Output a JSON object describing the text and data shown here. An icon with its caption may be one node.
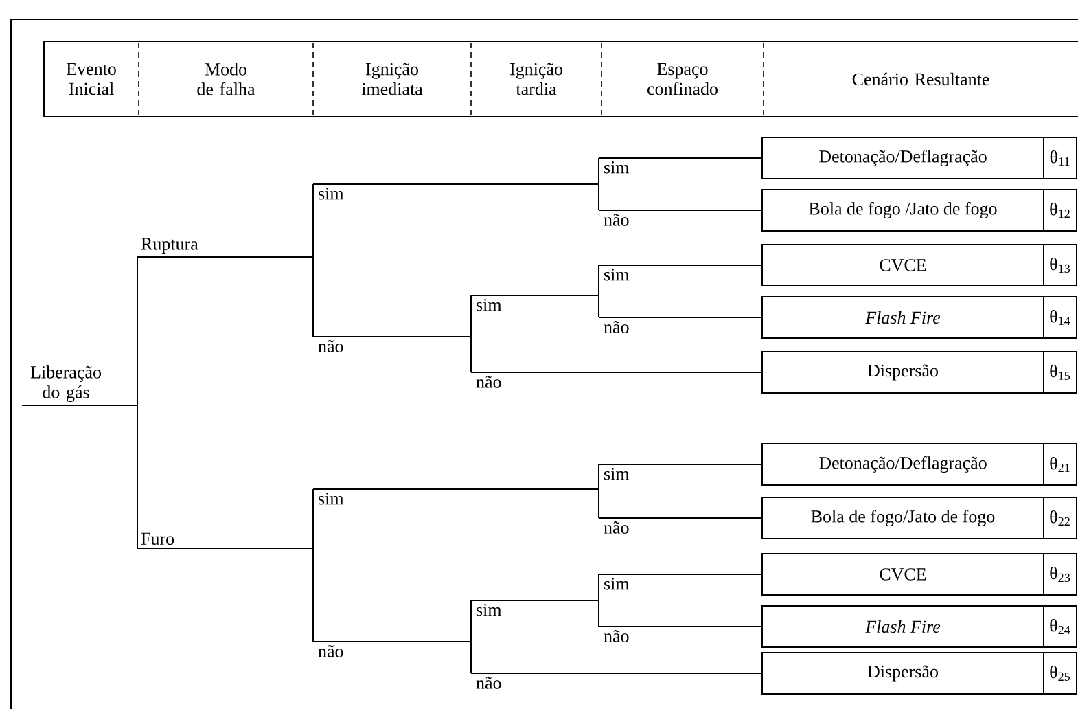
{
  "diagram": {
    "nodes": [
      {
        "text": [
          "Liberação do gás"
        ]
      },
      {
        "text": [
          "Ruptura"
        ]
      },
      {
        "text": [
          "Furo"
        ]
      },
      {
        "text": [
          "sim"
        ]
      },
      {
        "text": [
          "não"
        ]
      },
      {
        "text": [
          "sim"
        ]
      },
      {
        "text": [
          "não"
        ]
      },
      {
        "text": [
          "sim"
        ]
      },
      {
        "text": [
          "não"
        ]
      },
      {
        "text": [
          "sim"
        ]
      },
      {
        "text": [
          "não"
        ]
      },
      {
        "text": [
          "sim"
        ]
      },
      {
        "text": [
          "não"
        ]
      },
      {
        "text": [
          "sim"
        ]
      },
      {
        "text": [
          "não"
        ]
      },
      {
        "text": [
          "sim"
        ]
      },
      {
        "text": [
          "não"
        ]
      },
      {
        "text": [
          "sim"
        ]
      },
      {
        "text": [
          "não"
        ]
      },
      {
        "text": [
          "Detonação/Deflagração",
          "θ$_{11}$"
        ]
      },
      {
        "text": [
          "Bola de fogo /Jato de fogo",
          "θ$_{12}$"
        ]
      },
      {
        "text": [
          "CVCE",
          "θ$_{13}$"
        ]
      },
      {
        "text": [
          "*Flash Fire*",
          "θ$_{14}$"
        ]
      },
      {
        "text": [
          "Dispersão",
          "θ$_{15}$"
        ]
      },
      {
        "text": [
          "Detonação/Deflagração",
          "θ$_{21}$"
        ]
      },
      {
        "text": [
          "Bola de fogo/Jato de fogo",
          "θ$_{22}$"
        ]
      },
      {
        "text": [
          "CVCE",
          "θ$_{23}$"
        ]
      },
      {
        "text": [
          "*Flash Fire*",
          "θ$_{24}$"
        ]
      },
      {
        "text": [
          "Dispersão",
          "θ$_{25}$"
        ]
      }
    ],
    "edges": [
      {
        "from": 0,
        "to": 1,
        "arrow": "none"
      },
      {
        "from": 0,
        "to": 2,
        "arrow": "none"
      },
      {
        "from": 1,
        "to": 3,
        "arrow": "none"
      },
      {
        "from": 1,
        "to": 4,
        "arrow": "none"
      },
      {
        "from": 3,
        "to": 5,
        "arrow": "none"
      },
      {
        "from": 3,
        "to": 6,
        "arrow": "none"
      },
      {
        "from": 4,
        "to": 7,
        "arrow": "none"
      },
      {
        "from": 4,
        "to": 8,
        "arrow": "none"
      },
      {
        "from": 7,
        "to": 9,
        "arrow": "none"
      },
      {
        "from": 7,
        "to": 10,
        "arrow": "none"
      },
      {
        "from": 2,
        "to": 11,
        "arrow": "none"
      },
      {
        "from": 2,
        "to": 12,
        "arrow": "none"
      },
      {
        "from": 11,
        "to": 13,
        "arrow": "none"
      },
      {
        "from": 11,
        "to": 14,
        "arrow": "none"
      },
      {
        "from": 12,
        "to": 15,
        "arrow": "none"
      },
      {
        "from": 12,
        "to": 16,
        "arrow": "none"
      },
      {
        "from": 15,
        "to": 17,
        "arrow": "none"
      },
      {
        "from": 15,
        "to": 18,
        "arrow": "none"
      },
      {
        "from": 5,
        "to": 19,
        "arrow": "none"
      },
      {
        "from": 6,
        "to": 20,
        "arrow": "none"
      },
      {
        "from": 9,
        "to": 21,
        "arrow": "none"
      },
      {
        "from": 10,
        "to": 22,
        "arrow": "none"
      },
      {
        "from": 8,
        "to": 23,
        "arrow": "none"
      },
      {
        "from": 13,
        "to": 24,
        "arrow": "none"
      },
      {
        "from": 14,
        "to": 25,
        "arrow": "none"
      },
      {
        "from": 17,
        "to": 26,
        "arrow": "none"
      },
      {
        "from": 18,
        "to": 27,
        "arrow": "none"
      },
      {
        "from": 16,
        "to": 28,
        "arrow": "none"
      }
    ],
    "labels": [
      "Evento Inicial",
      "Modo de falha",
      "Ignição imediata",
      "Ignição tardia",
      "Espaço confinado",
      "Cenário Resultante"
    ]
  }
}
